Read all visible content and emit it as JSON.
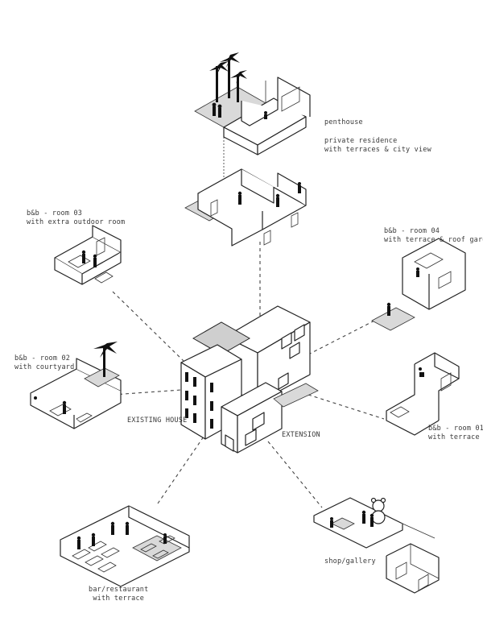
{
  "labels": {
    "penthouse": "penthouse",
    "private_residence": [
      "private residence",
      "with terraces & city view"
    ],
    "room_03": [
      "b&b - room 03",
      "with extra outdoor room"
    ],
    "room_04": [
      "b&b - room 04",
      "with terrace & roof garden"
    ],
    "room_02": [
      "b&b - room 02",
      "with courtyard"
    ],
    "room_01": [
      "b&b - room 01",
      "with terrace"
    ],
    "existing_house": "EXISTING HOUSE",
    "extension": "EXTENSION",
    "shop_gallery": "shop/gallery",
    "bar_restaurant": [
      "bar/restaurant",
      "with terrace"
    ]
  },
  "colors": {
    "line": "#222222",
    "floor": "#d9d9d9",
    "text": "#3a3a3a"
  }
}
